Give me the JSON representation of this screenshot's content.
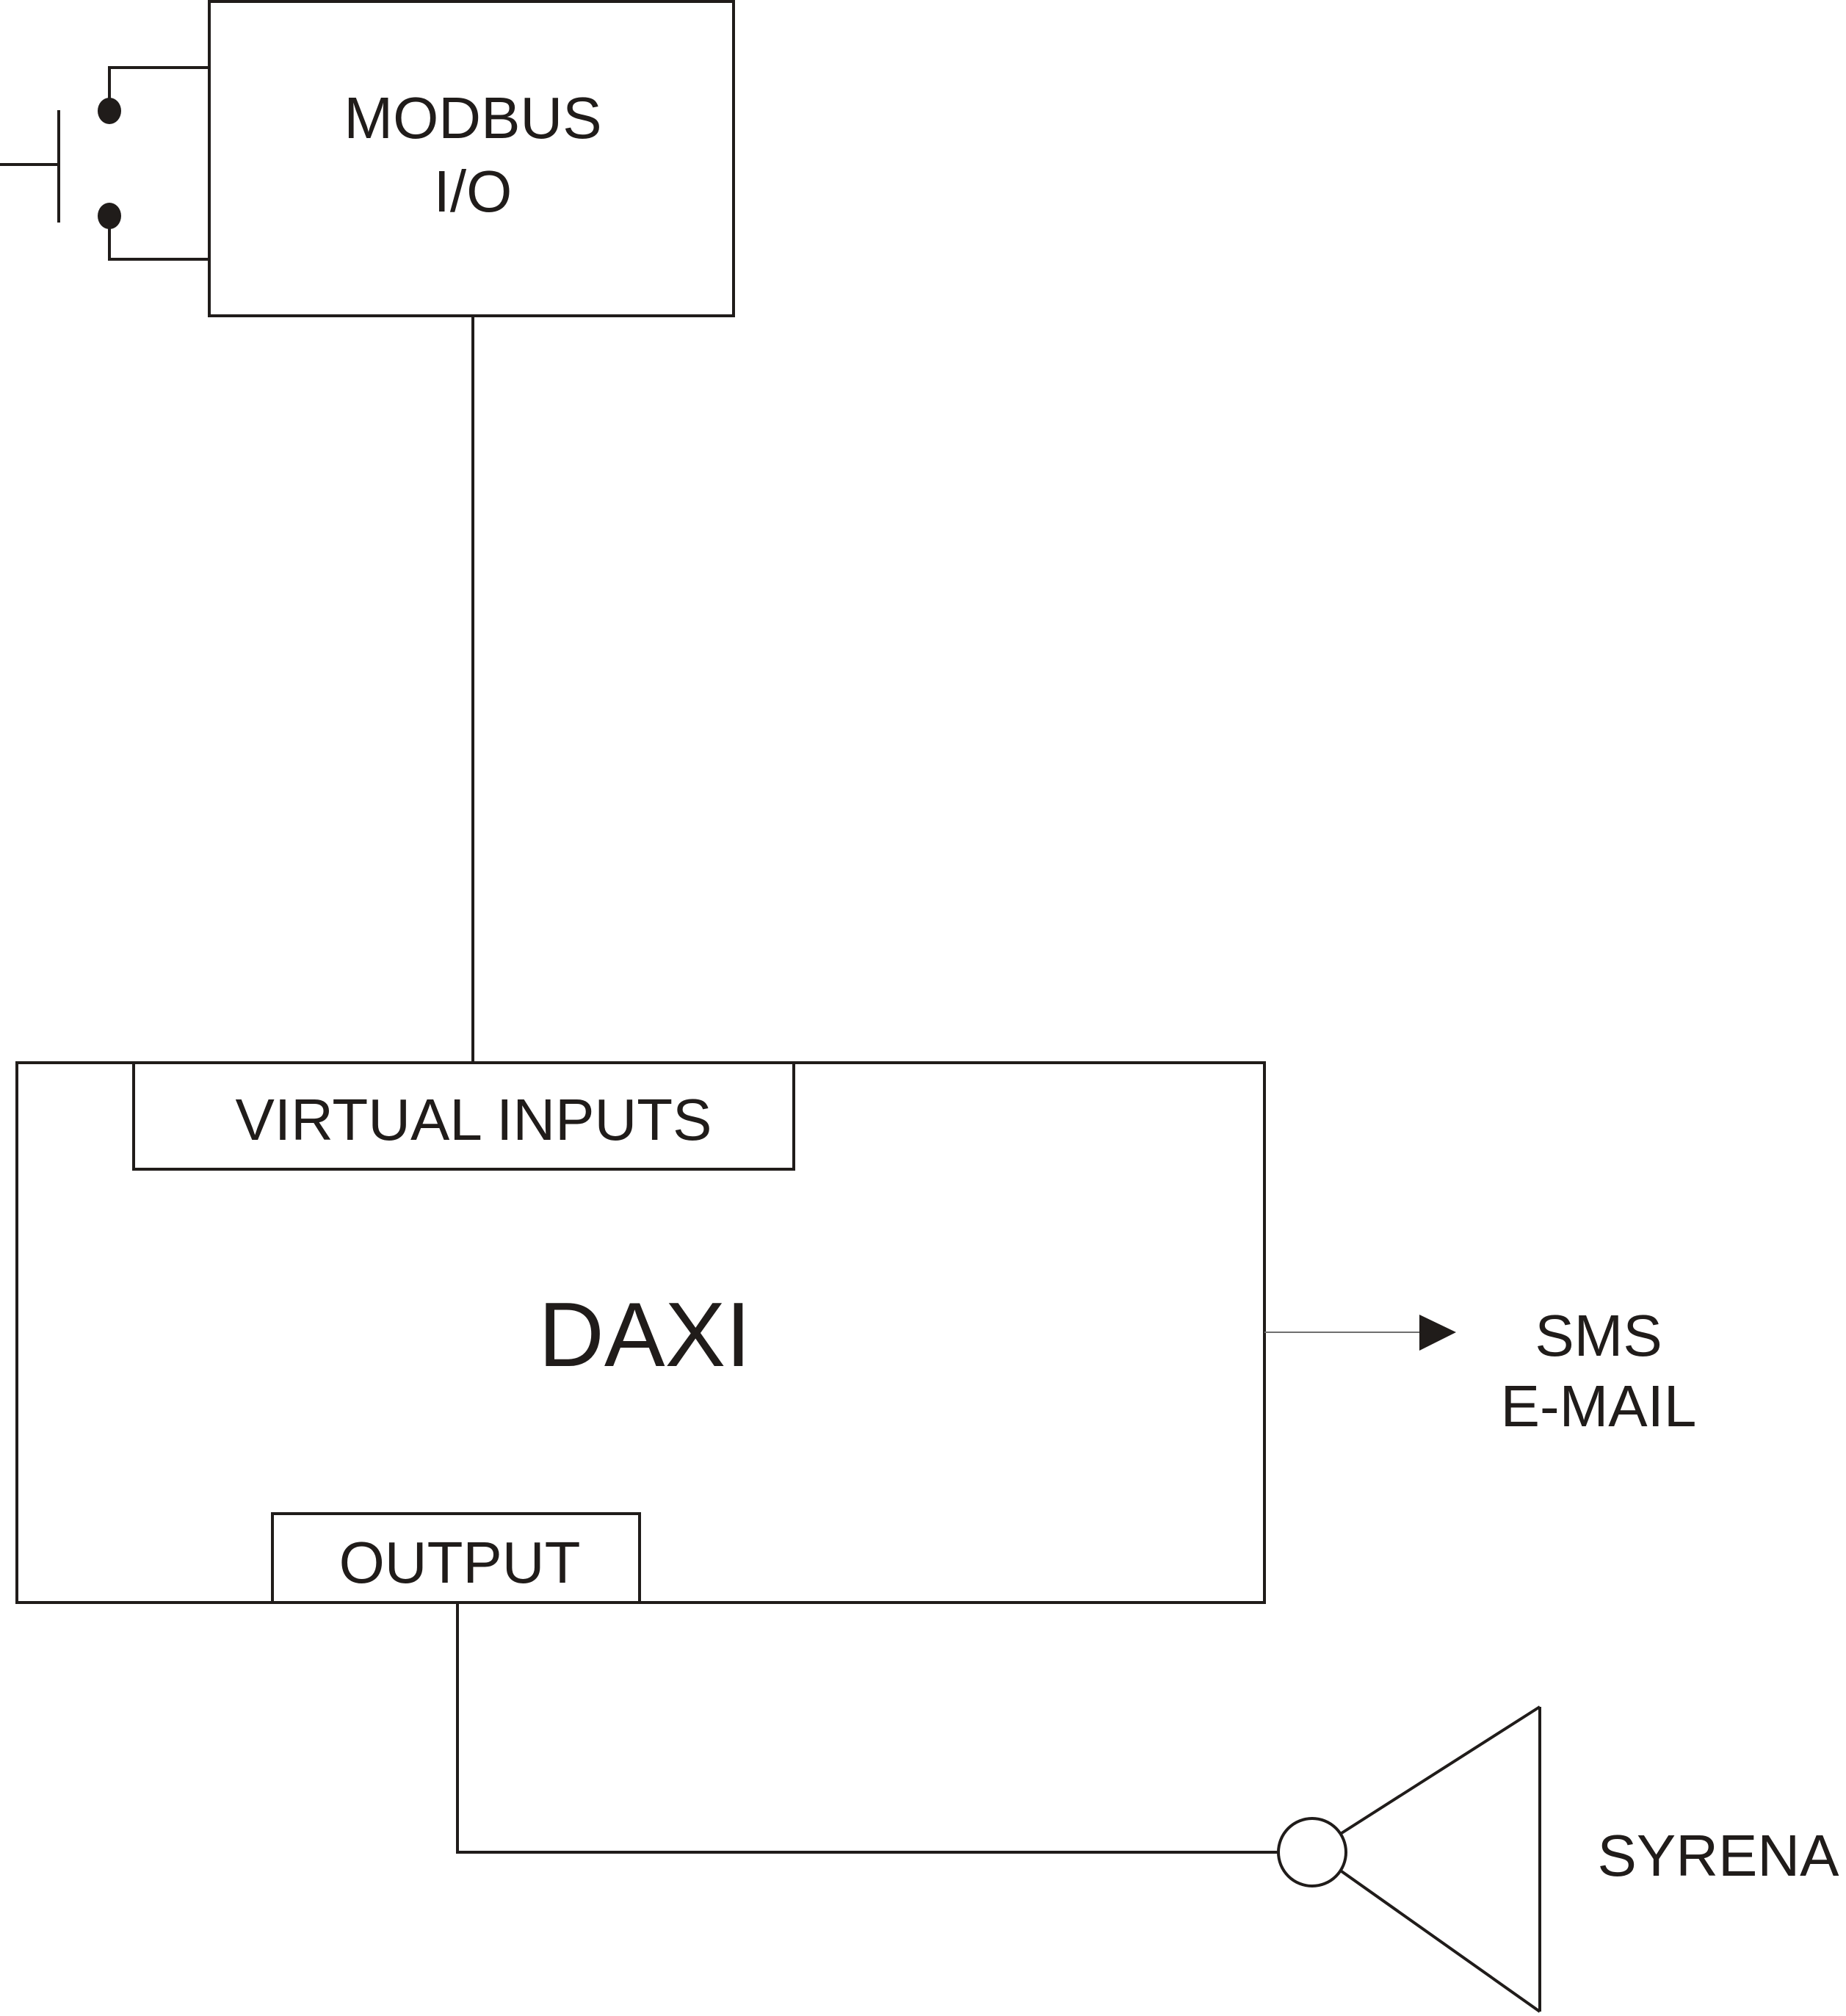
{
  "diagram": {
    "modbus_box": {
      "line1": "MODBUS",
      "line2": "I/O"
    },
    "daxi_box": {
      "title": "DAXI"
    },
    "virtual_inputs": {
      "label": "VIRTUAL INPUTS"
    },
    "output": {
      "label": "OUTPUT"
    },
    "notifications": {
      "line1": "SMS",
      "line2": "E-MAIL"
    },
    "siren": {
      "label": "SYRENA"
    },
    "colors": {
      "stroke": "#201c1a",
      "background": "#ffffff"
    }
  }
}
